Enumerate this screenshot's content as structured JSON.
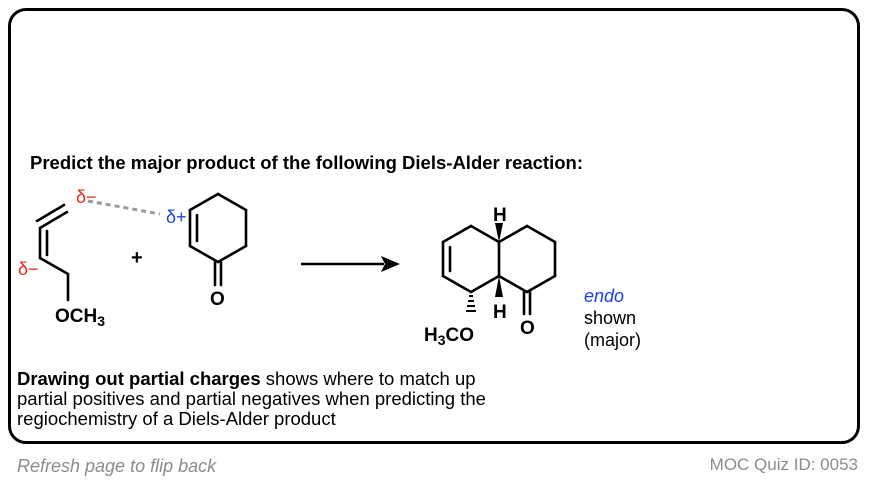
{
  "question": "Predict the major product of the following Diels-Alder reaction:",
  "reactants": {
    "delta_minus_top": "δ−",
    "delta_minus_left": "δ−",
    "delta_plus": "δ+",
    "diene_substituent": "OCH3",
    "dienophile_oxygen": "O",
    "plus_sign": "+"
  },
  "product": {
    "h_top": "H",
    "h_bottom": "H",
    "methoxy": "H3CO",
    "ketone_oxygen": "O",
    "stereo_note": [
      "endo",
      "shown",
      "(major)"
    ]
  },
  "explanation": {
    "bold_lead": "Drawing out partial charges",
    "lines": [
      " shows where to match up",
      "partial positives and partial negatives when predicting the",
      "regiochemistry of a Diels-Alder product"
    ]
  },
  "footer": {
    "flip_hint": "Refresh page to flip back",
    "quiz_id": "MOC Quiz ID: 0053"
  },
  "colors": {
    "delta_minus": "#e8271c",
    "delta_plus": "#1d3fe6",
    "endo_label": "#1d3fe6",
    "footer_text": "#8c8c8c",
    "dashed_interaction": "#9a9a9a"
  }
}
